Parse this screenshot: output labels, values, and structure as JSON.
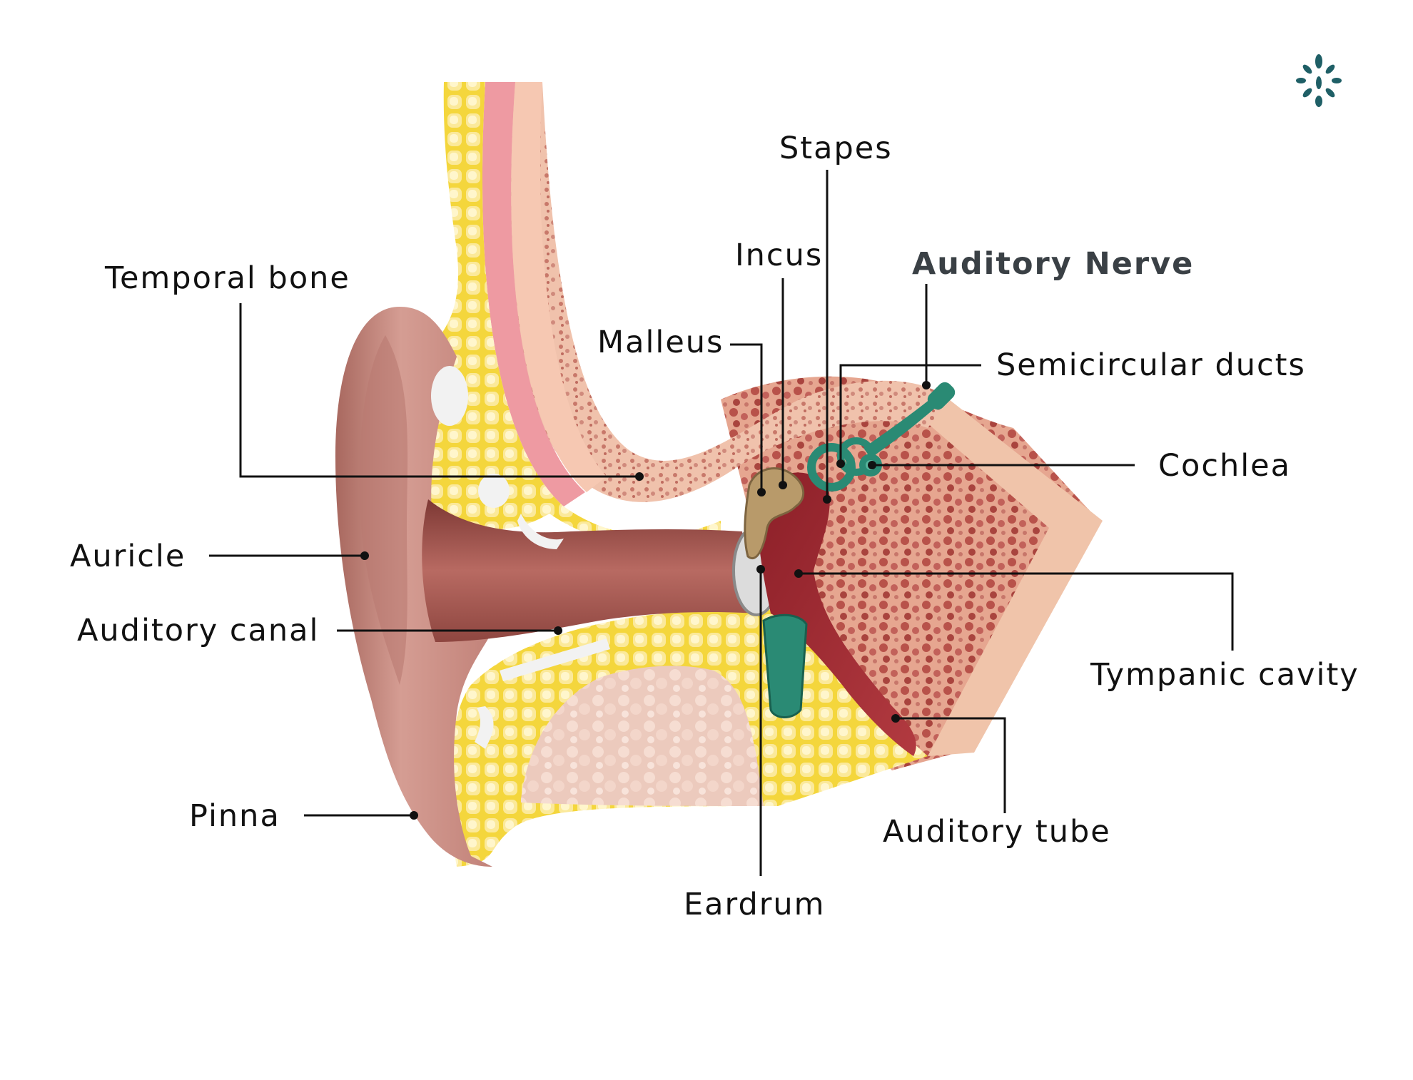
{
  "diagram": {
    "labels": {
      "stapes": "Stapes",
      "incus": "Incus",
      "auditory_nerve": "Auditory Nerve",
      "temporal_bone": "Temporal bone",
      "malleus": "Malleus",
      "semicircular_ducts": "Semicircular ducts",
      "cochlea": "Cochlea",
      "auricle": "Auricle",
      "auditory_canal": "Auditory canal",
      "tympanic_cavity": "Tympanic cavity",
      "pinna": "Pinna",
      "auditory_tube": "Auditory tube",
      "eardrum": "Eardrum"
    },
    "colors": {
      "skin": "#c98f86",
      "fat": "#f2d338",
      "bone": "#f1c7ae",
      "spongy_bone": "#d98a78",
      "canal": "#a4504a",
      "cavity": "#9b2730",
      "inner_ear": "#2a8a74",
      "ossicles": "#b89a6a",
      "accent_label": "#3a4045",
      "logo": "#1f5f66"
    },
    "logo_icon": "leaf-cluster-logo"
  }
}
